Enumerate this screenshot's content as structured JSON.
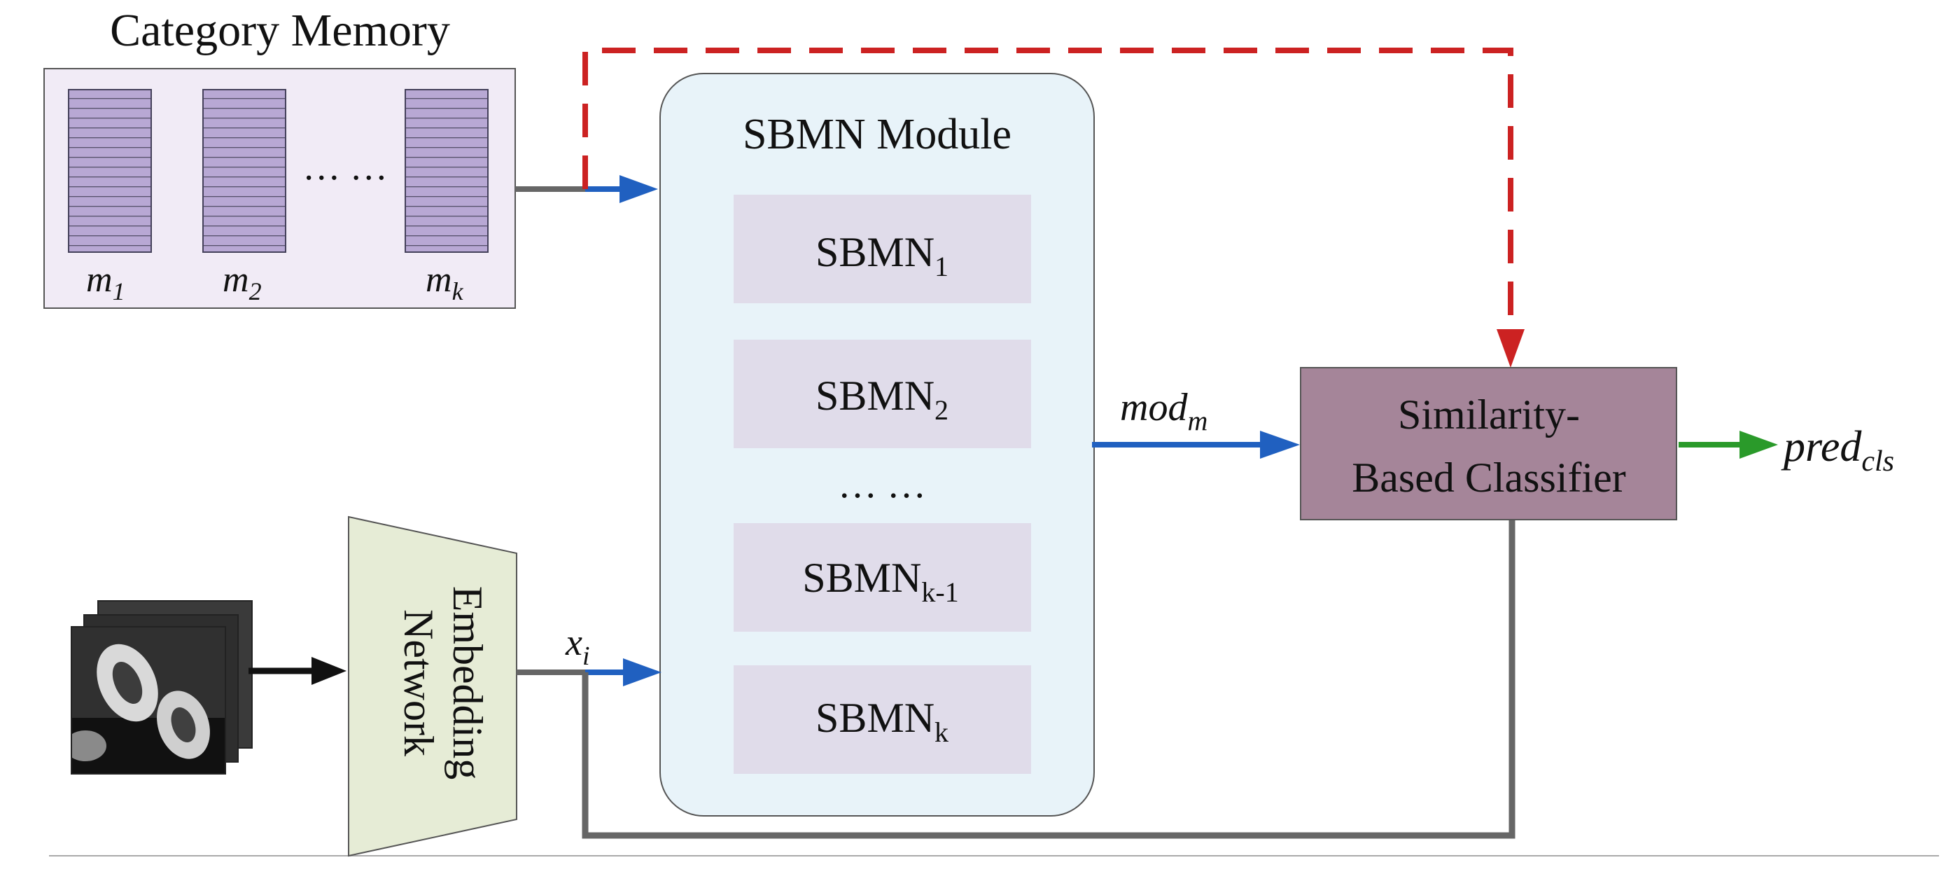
{
  "category_memory": {
    "title": "Category Memory",
    "separator": "… …",
    "slots": [
      {
        "base": "m",
        "sub": "1"
      },
      {
        "base": "m",
        "sub": "2"
      },
      {
        "base": "m",
        "sub": "k"
      }
    ]
  },
  "sbmn_module": {
    "title": "SBMN Module",
    "separator": "… …",
    "blocks": [
      {
        "base": "SBMN",
        "sub": "1"
      },
      {
        "base": "SBMN",
        "sub": "2"
      },
      {
        "base": "SBMN",
        "sub": "k-1"
      },
      {
        "base": "SBMN",
        "sub": "k"
      }
    ]
  },
  "embedding": {
    "line1": "Embedding",
    "line2": "Network"
  },
  "classifier": {
    "line1": "Similarity-",
    "line2": "Based Classifier"
  },
  "edge_labels": {
    "x_i": {
      "base": "x",
      "sub": "i"
    },
    "mod_m": {
      "base": "mod",
      "sub": "m"
    },
    "pred_cls": {
      "base": "pred",
      "sub": "cls"
    }
  },
  "colors": {
    "memory_bg": "#f1ebf6",
    "memory_cell": "#b8a8d4",
    "module_bg": "#e8f3f9",
    "block_bg": "#e0dcea",
    "embedding_bg": "#e6ecd6",
    "classifier_bg": "#a58599",
    "arrow_blue": "#2060c0",
    "arrow_red": "#cc2222",
    "arrow_green": "#2a9a2a",
    "line_gray": "#666666"
  }
}
